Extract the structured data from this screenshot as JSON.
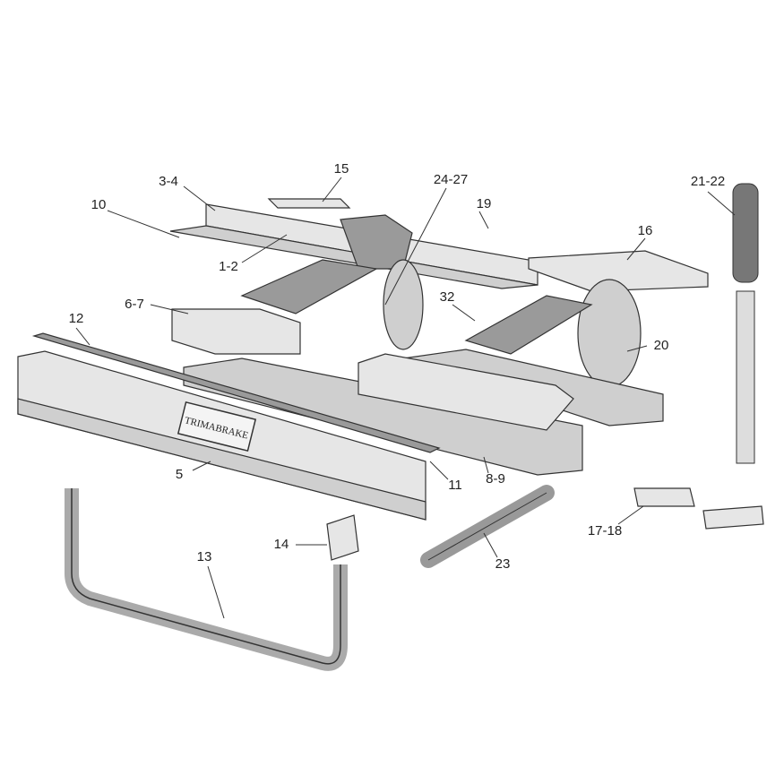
{
  "diagram": {
    "brand_plate": "TRIMABRAKE",
    "callouts": {
      "c15": "15",
      "c3_4": "3-4",
      "c24_27": "24-27",
      "c21_22": "21-22",
      "c10": "10",
      "c19": "19",
      "c16": "16",
      "c1_2": "1-2",
      "c32": "32",
      "c6_7": "6-7",
      "c20": "20",
      "c12": "12",
      "c11": "11",
      "c5": "5",
      "c8_9": "8-9",
      "c17_18": "17-18",
      "c14": "14",
      "c13": "13",
      "c23": "23"
    }
  }
}
